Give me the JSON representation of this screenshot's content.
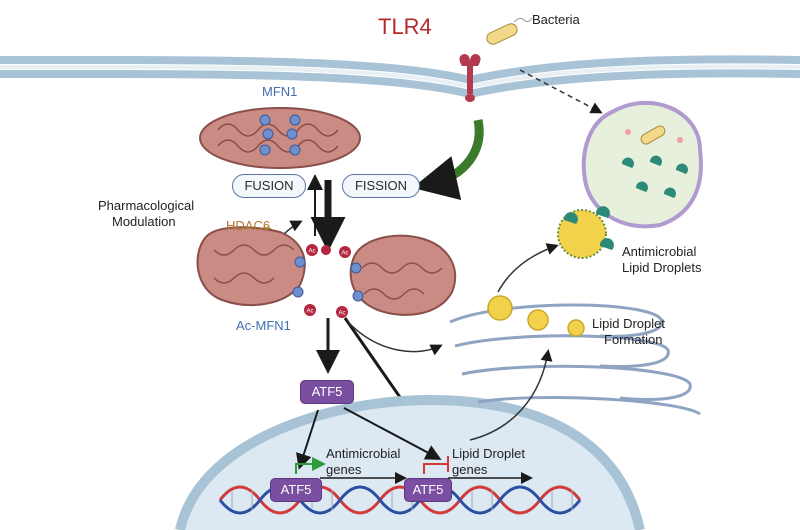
{
  "title": "TLR4",
  "labels": {
    "bacteria": "Bacteria",
    "mfn1": "MFN1",
    "fusion": "FUSION",
    "fission": "FISSION",
    "pharma_line1": "Pharmacological",
    "pharma_line2": "Modulation",
    "hdac6": "HDAC6",
    "ac_mfn1": "Ac-MFN1",
    "ac": "Ac",
    "atf5": "ATF5",
    "antimicrobial_genes_line1": "Antimicrobial",
    "antimicrobial_genes_line2": "genes",
    "lipid_genes_line1": "Lipid Droplet",
    "lipid_genes_line2": "genes",
    "antimicrobial_ld_line1": "Antimicrobial",
    "antimicrobial_ld_line2": "Lipid Droplets",
    "ld_formation_line1": "Lipid Droplet",
    "ld_formation_line2": "Formation"
  },
  "colors": {
    "title": "#b52a2a",
    "mfn1_label": "#3f6fb0",
    "hdac6_label": "#b0772a",
    "mito_fill": "#c98b83",
    "mito_outline": "#8a4f4a",
    "membrane": "#a9c3d6",
    "fission_arrow": "#3a7a2a",
    "atf5": "#7a4ea0",
    "lipid": "#f2d24a",
    "dna_red": "#d23a3a",
    "dna_blue": "#2b4fa3"
  }
}
